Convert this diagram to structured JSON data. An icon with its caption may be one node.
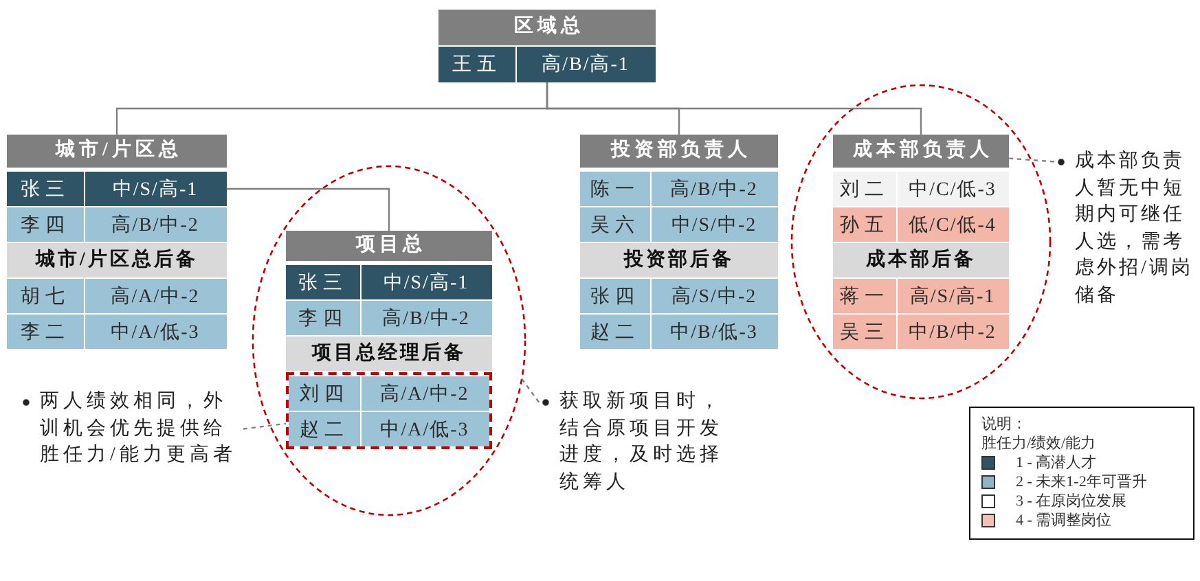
{
  "diagram": {
    "nodes": [
      {
        "text": [
          "区域总"
        ]
      },
      {
        "text": [
          "王五",
          "高/B/高-1"
        ],
        "in": 0
      },
      {
        "text": [
          "城市/片区总"
        ]
      },
      {
        "text": [
          "张三",
          "中/S/高-1"
        ],
        "in": 2
      },
      {
        "text": [
          "李四",
          "高/B/中-2"
        ],
        "in": 2
      },
      {
        "text": [
          "城市/片区总后备"
        ],
        "in": 2
      },
      {
        "text": [
          "胡七",
          "高/A/中-2"
        ],
        "in": 2
      },
      {
        "text": [
          "李二",
          "中/A/低-3"
        ],
        "in": 2
      },
      {
        "text": [
          "投资部负责人"
        ]
      },
      {
        "text": [
          "陈一",
          "高/B/中-2"
        ],
        "in": 8
      },
      {
        "text": [
          "吴六",
          "中/S/中-2"
        ],
        "in": 8
      },
      {
        "text": [
          "投资部后备"
        ],
        "in": 8
      },
      {
        "text": [
          "张四",
          "高/S/中-2"
        ],
        "in": 8
      },
      {
        "text": [
          "赵二",
          "中/B/低-3"
        ],
        "in": 8
      },
      {
        "text": [],
        "shape": "circle"
      },
      {
        "text": [
          "成本部负责人"
        ],
        "in": 14
      },
      {
        "text": [
          "刘二",
          "中/C/低-3"
        ],
        "in": 15
      },
      {
        "text": [
          "孙五",
          "低/C/低-4"
        ],
        "in": 15
      },
      {
        "text": [
          "成本部后备"
        ],
        "in": 15
      },
      {
        "text": [
          "蒋一",
          "高/S/高-1"
        ],
        "in": 15
      },
      {
        "text": [
          "吴三",
          "中/B/中-2"
        ],
        "in": 15
      },
      {
        "text": [
          "成本部负责人暂无中短期内可继任人选，需考虑外招/调岗储备"
        ]
      },
      {
        "text": [],
        "shape": "circle"
      },
      {
        "text": [
          "项目总"
        ],
        "in": 22
      },
      {
        "text": [
          "张三",
          "中/S/高-1"
        ],
        "in": 23
      },
      {
        "text": [
          "李四",
          "高/B/中-2"
        ],
        "in": 23
      },
      {
        "text": [
          "项目总经理后备"
        ],
        "in": 23
      },
      {
        "text": [],
        "shape": "box",
        "in": 23
      },
      {
        "text": [
          "刘四",
          "高/A/中-2"
        ],
        "in": 27
      },
      {
        "text": [
          "赵二",
          "中/A/低-3"
        ],
        "in": 27
      },
      {
        "text": [
          "两人绩效相同，外训机会优先提供给胜任力/能力更高者"
        ]
      },
      {
        "text": [
          "获取新项目时，结合原项目开发进度，及时选择统筹人"
        ]
      }
    ],
    "edges": [
      {
        "from": 0,
        "to": 2,
        "arrow": "none"
      },
      {
        "from": 0,
        "to": 8,
        "arrow": "none"
      },
      {
        "from": 0,
        "to": 15,
        "arrow": "none"
      },
      {
        "from": 3,
        "to": 23,
        "arrow": "none"
      },
      {
        "from": 21,
        "to": 15,
        "arrow": "none",
        "style": "dashed"
      },
      {
        "from": 30,
        "to": 27,
        "arrow": "none",
        "style": "dashed"
      },
      {
        "from": 31,
        "to": 22,
        "arrow": "none",
        "style": "dashed"
      }
    ],
    "labels": [
      "说明：",
      "胜任力/绩效/能力"
    ],
    "legend": [
      {
        "text": "1 - 高潜人才",
        "color": "#2e5466"
      },
      {
        "text": "2 - 未来1-2年可晋升",
        "color": "#8fb5c4"
      },
      {
        "text": "3 - 在原岗位发展",
        "color": "#ffffff"
      },
      {
        "text": "4 - 需调整岗位",
        "color": "#f4c0b4"
      }
    ]
  }
}
